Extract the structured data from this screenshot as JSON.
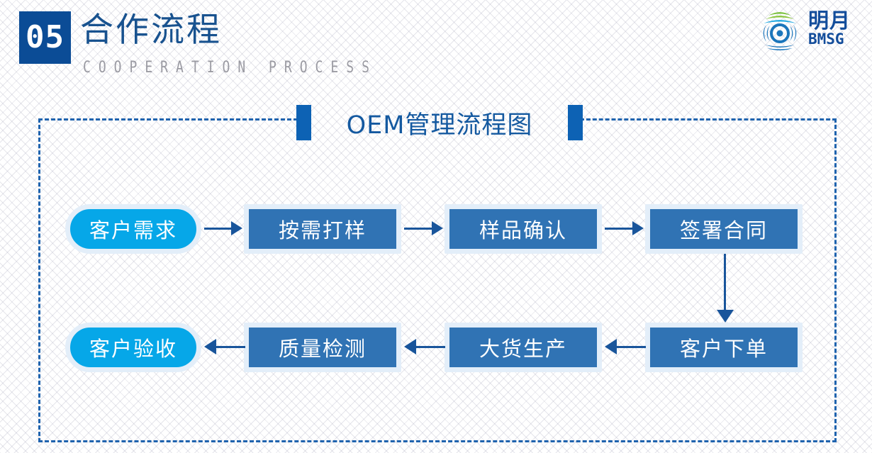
{
  "header": {
    "number": "05",
    "title_cn": "合作流程",
    "title_en": "COOPERATION PROCESS",
    "accent_color": "#0B4C96",
    "title_color": "#18528F",
    "subtitle_color": "#9a9aa2"
  },
  "logo": {
    "name_cn": "明月",
    "name_en": "BMSG",
    "mark_icon": "globe-logo-icon",
    "color_blue": "#134D9B",
    "color_cyan": "#29ABE2",
    "color_green": "#7EC242"
  },
  "chart": {
    "title": "OEM管理流程图",
    "title_color": "#1459A0",
    "bar_color": "#0D62B4",
    "frame_color": "#1F63AE",
    "node_rect_color": "#3073B4",
    "node_pill_color": "#06A7E8",
    "node_halo_color": "#E3EEF9",
    "connector_color": "#19559B",
    "nodes_row_1": [
      {
        "label": "客户需求",
        "shape": "pill"
      },
      {
        "label": "按需打样",
        "shape": "rect"
      },
      {
        "label": "样品确认",
        "shape": "rect"
      },
      {
        "label": "签署合同",
        "shape": "rect"
      }
    ],
    "nodes_row_2": [
      {
        "label": "客户验收",
        "shape": "pill"
      },
      {
        "label": "质量检测",
        "shape": "rect"
      },
      {
        "label": "大货生产",
        "shape": "rect"
      },
      {
        "label": "客户下单",
        "shape": "rect"
      }
    ]
  }
}
